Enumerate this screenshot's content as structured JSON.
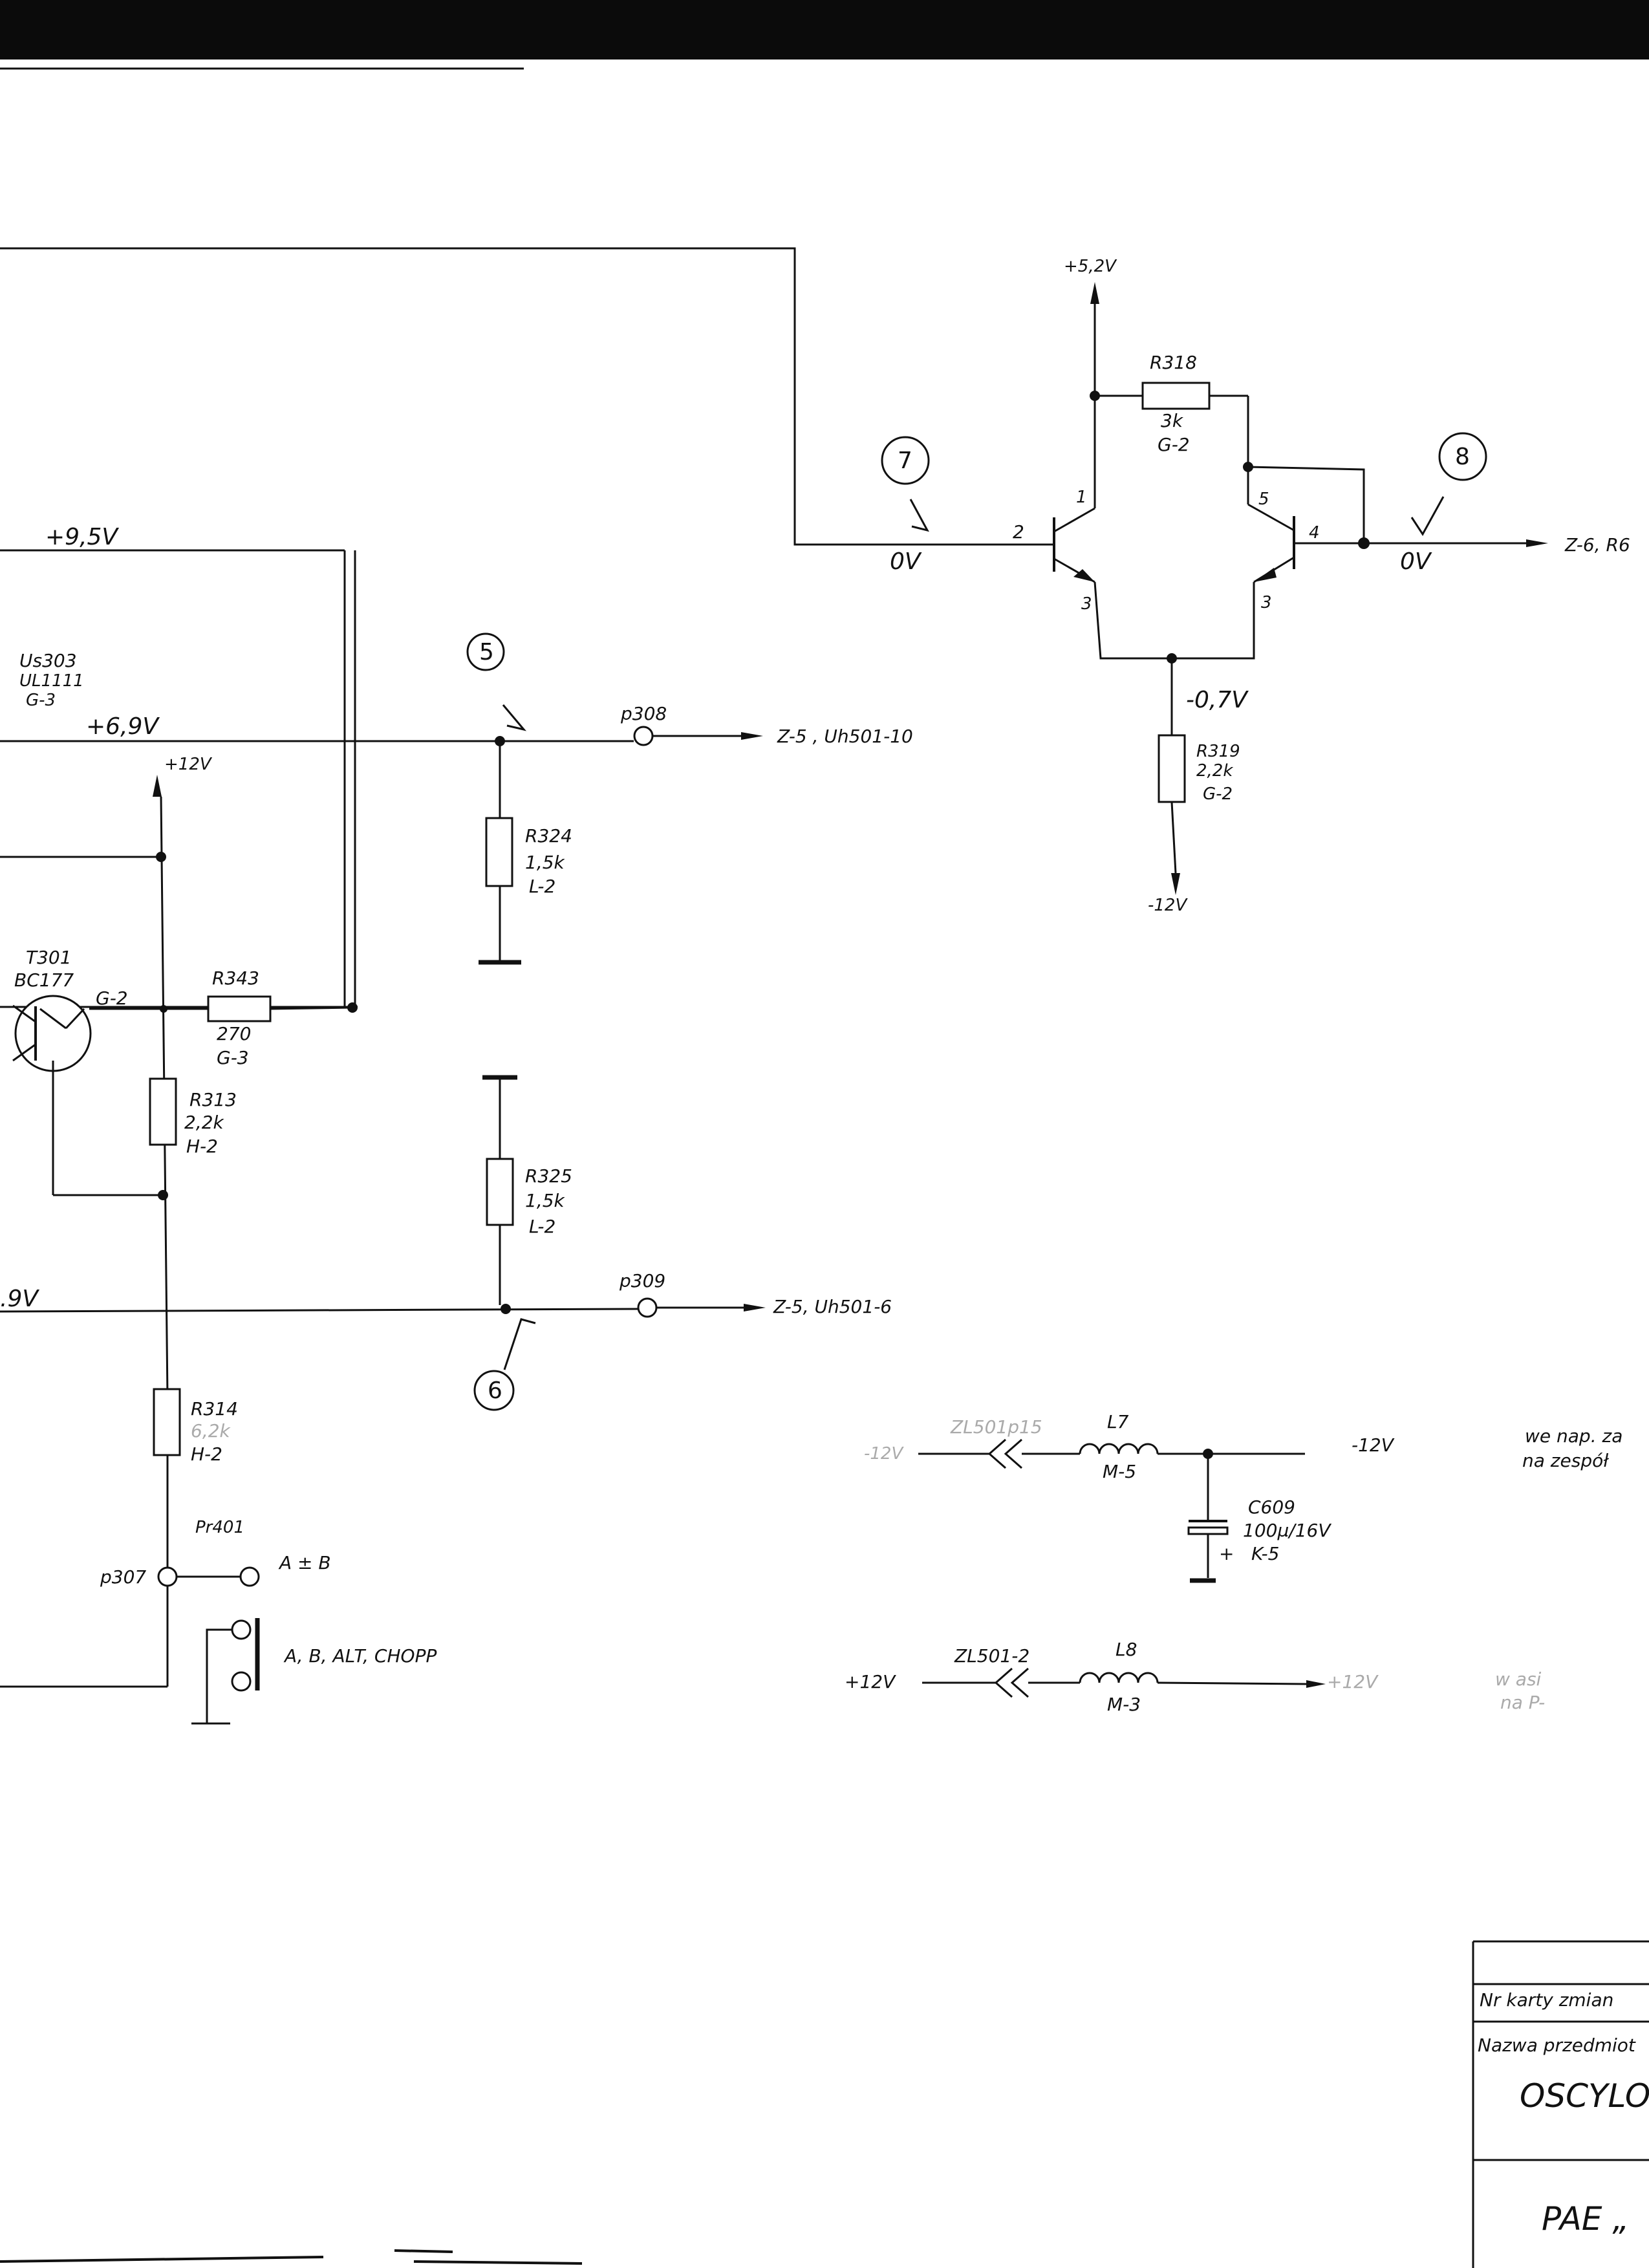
{
  "nets": {
    "v9_5": "+9,5V",
    "v6_9": "+6,9V",
    "v_minus9_frag": ".9V",
    "v12_pos": "+12V",
    "v5_2": "+5,2V",
    "v_minus12": "-12V",
    "v_minus0_7": "-0,7V",
    "zero_a": "0V",
    "zero_b": "0V"
  },
  "points": {
    "p5": "5",
    "p6": "6",
    "p7": "7",
    "p8": "8"
  },
  "components": {
    "us303": {
      "name": "Us303",
      "type": "UL1111",
      "loc": "G-3"
    },
    "t301": {
      "name": "T301",
      "type": "BC177",
      "loc": "G-2"
    },
    "r343": {
      "name": "R343",
      "value": "270",
      "loc": "G-3"
    },
    "r313": {
      "name": "R313",
      "value": "2,2k",
      "loc": "H-2"
    },
    "r314": {
      "name": "R314",
      "value": "6,2k",
      "loc": "H-2"
    },
    "r324": {
      "name": "R324",
      "value": "1,5k",
      "loc": "L-2"
    },
    "r325": {
      "name": "R325",
      "value": "1,5k",
      "loc": "L-2"
    },
    "r318": {
      "name": "R318",
      "value": "3k",
      "loc": "G-2"
    },
    "r319": {
      "name": "R319",
      "value": "2,2k",
      "loc": "G-2"
    },
    "l7": {
      "name": "L7",
      "loc": "M-5"
    },
    "l8": {
      "name": "L8",
      "loc": "M-3"
    },
    "c609": {
      "name": "C609",
      "value": "100µ/16V",
      "loc": "K-5"
    },
    "pr401": {
      "name": "Pr401"
    }
  },
  "pins": {
    "q1_b": "2",
    "q1_c": "1",
    "q1_e": "3",
    "q2_c": "5",
    "q2_b": "4",
    "q2_e": "3"
  },
  "connectors": {
    "p308": "p308",
    "p309": "p309",
    "p307": "p307",
    "z5_a": "Z-5 , Uh501-10",
    "z5_b": "Z-5, Uh501-6",
    "z6": "Z-6, R6",
    "zl501p15": "ZL501p15",
    "zl501_2": "ZL501-2"
  },
  "switch": {
    "pos1": "A ± B",
    "pos2": "A, B, ALT, CHOPP"
  },
  "notes": {
    "note1_l1": "we nap. za",
    "note1_l2": "na zespół",
    "note2_l1": "w asi",
    "note2_l2": "na P-"
  },
  "title_block": {
    "change_card": "Nr karty zmian",
    "item_name": "Nazwa przedmiot",
    "product": "OSCYLO",
    "maker": "PAE „"
  }
}
